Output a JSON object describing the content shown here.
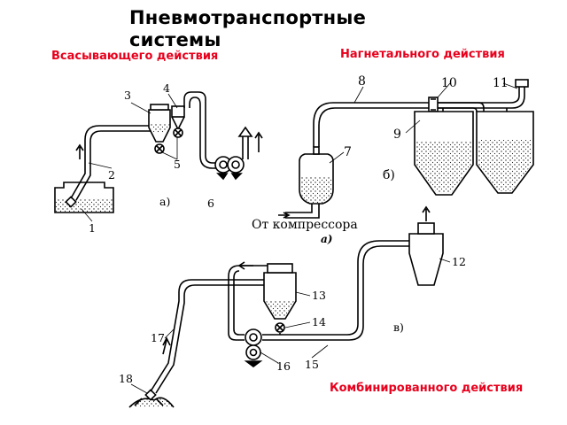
{
  "title": "Пневмотранспортные системы",
  "subtitles": {
    "suction": "Всасывающего действия",
    "pressure": "Нагнетального действия",
    "combined": "Комбинированного действия"
  },
  "diagram": {
    "part_a": {
      "caption": "а)",
      "numbers": [
        "1",
        "2",
        "3",
        "4",
        "5",
        "6"
      ]
    },
    "part_b": {
      "caption": "б)",
      "compressor_label": "От компрессора",
      "marker": "a)",
      "numbers": [
        "7",
        "8",
        "9",
        "10",
        "11"
      ]
    },
    "part_c": {
      "caption": "в)",
      "numbers": [
        "12",
        "13",
        "14",
        "15",
        "16",
        "17",
        "18"
      ]
    }
  }
}
